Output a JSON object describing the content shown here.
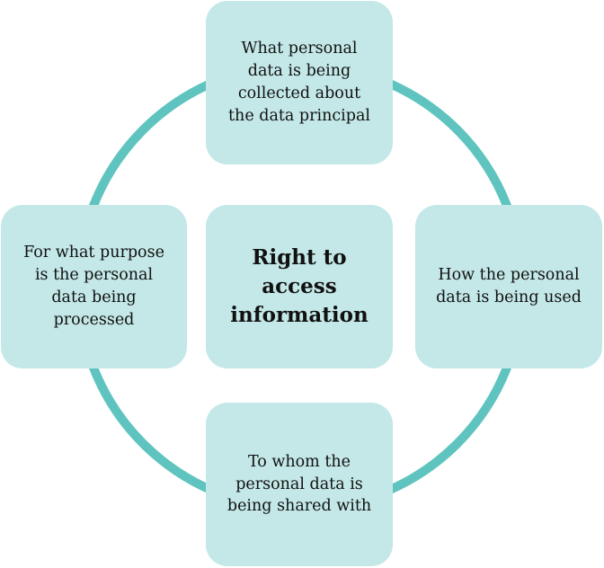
{
  "colors": {
    "ring": "#5fc4bf",
    "box_fill": "#c3e8e7",
    "text": "#111111"
  },
  "diagram": {
    "center": {
      "label": "Right to\naccess\ninformation"
    },
    "nodes": {
      "top": {
        "label": "What personal\ndata is being\ncollected about\nthe data principal"
      },
      "left": {
        "label": "For what purpose\nis the personal\ndata being\nprocessed"
      },
      "right": {
        "label": "How the personal\ndata is being used"
      },
      "bottom": {
        "label": "To whom the\npersonal data is\nbeing shared with"
      }
    }
  }
}
